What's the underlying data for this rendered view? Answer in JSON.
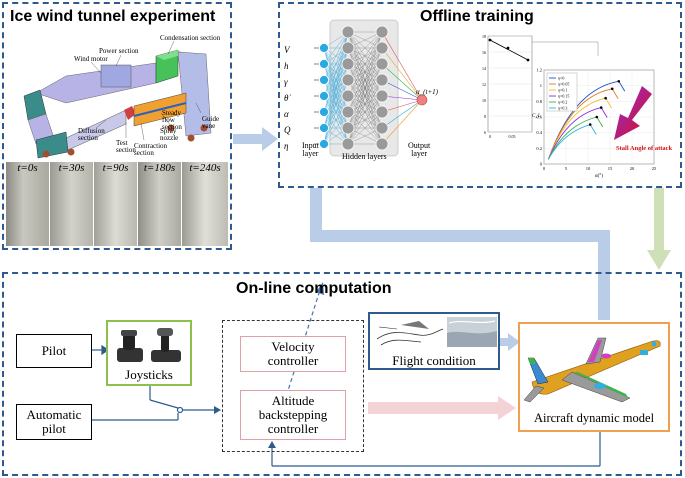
{
  "panels": {
    "ice": {
      "title": "Ice wind tunnel experiment"
    },
    "offline": {
      "title": "Offline training"
    },
    "online": {
      "title": "On-line computation"
    }
  },
  "tunnel_labels": {
    "condensation": "Condensation section",
    "power": "Power section",
    "wind_motor": "Wind motor",
    "diffusion": "Diffusion section",
    "test": "Test section",
    "contraction": "Contraction section",
    "spray": "Spray nozzle",
    "steady": "Steady flow section",
    "guide": "Guide vane"
  },
  "photos": [
    {
      "t": "t",
      "time": "=0s"
    },
    {
      "t": "t",
      "time": "=30s"
    },
    {
      "t": "t",
      "time": "=90s"
    },
    {
      "t": "t",
      "time": "=180s"
    },
    {
      "t": "t",
      "time": "=240s"
    }
  ],
  "network": {
    "inputs": [
      "V",
      "h",
      "γ",
      "θ̇",
      "α",
      "Q",
      "η"
    ],
    "output": "α_(t+1)",
    "input_layer": [
      "Input",
      "layer"
    ],
    "hidden_layers": "Hidden layers",
    "output_layer": [
      "Output",
      "layer"
    ]
  },
  "mini_chart": {
    "y_ticks": [
      "18",
      "16",
      "14",
      "12",
      "10",
      "8",
      "6"
    ],
    "x_ticks": [
      "0",
      "0.05"
    ]
  },
  "cl_chart": {
    "y_ticks": [
      "1.2",
      "1",
      "0.8",
      "0.6",
      "0.4",
      "0.2",
      "0"
    ],
    "x_ticks": [
      "0",
      "5",
      "10",
      "15",
      "20",
      "25"
    ],
    "xlabel": "α(°)",
    "ylabel": "C_L",
    "legend": [
      "η=0",
      "η=0.05",
      "η=0.1",
      "η=0.15",
      "η=0.2",
      "η=0.3"
    ],
    "annotation": "Stall Angle of attack",
    "colors": [
      "#1f4fd0",
      "#e07a1a",
      "#f0c020",
      "#8a2be2",
      "#3cb44b",
      "#30b0e0"
    ]
  },
  "blocks": {
    "pilot": "Pilot",
    "automatic_pilot": [
      "Automatic",
      "pilot"
    ],
    "joysticks": "Joysticks",
    "velocity_controller": [
      "Velocity",
      "controller"
    ],
    "altitude_controller": [
      "Altitude",
      "backstepping",
      "controller"
    ],
    "flight_condition": "Flight condition",
    "aircraft_model": "Aircraft dynamic model"
  }
}
